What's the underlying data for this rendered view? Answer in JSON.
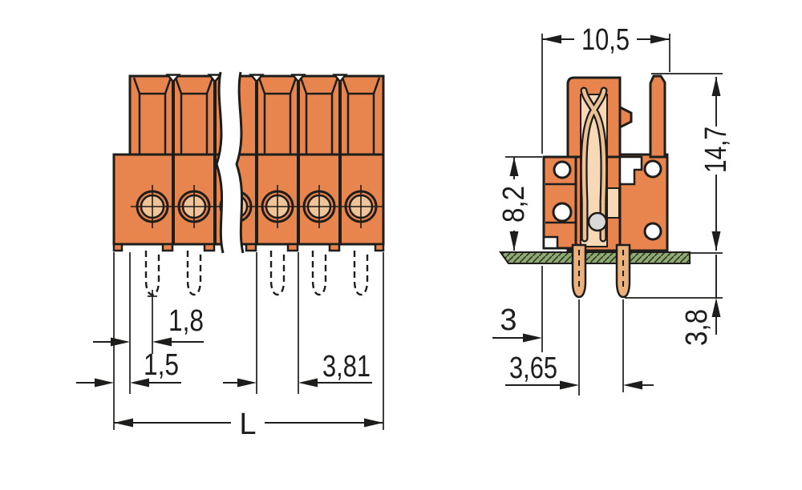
{
  "drawing": {
    "type": "technical-dimension-drawing",
    "dimensions": {
      "front": {
        "pin_width": "1,8",
        "edge_distance": "1,5",
        "pole_pitch": "3,81",
        "total_length": "L"
      },
      "side": {
        "housing_width": "10,5",
        "total_height": "14,7",
        "flange_height": "8,2",
        "pin_edge_offset": "3",
        "pin_spacing": "3,65",
        "pin_protrusion": "3,8"
      }
    },
    "colors": {
      "housing_orange": "#E8854E",
      "hole_tan": "#F1C398",
      "channel_cream": "#F7D9B8",
      "spring_tan": "#EBC195",
      "pin_tan": "#EBB07C",
      "pcb_green": "#8CAB6E",
      "line_dark": "#1d1d1b"
    }
  }
}
